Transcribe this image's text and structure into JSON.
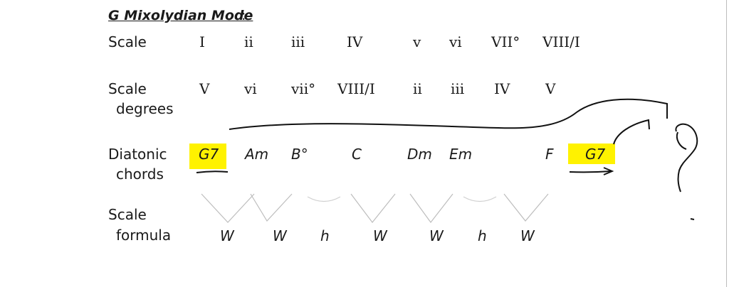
{
  "title": "G Mixolydian Mode",
  "title_suffix": ":",
  "row_labels": {
    "scale": "Scale",
    "degrees_line1": "Scale",
    "degrees_line2": "degrees",
    "chords_line1": "Diatonic",
    "chords_line2": "chords",
    "formula_line1": "Scale",
    "formula_line2": "formula"
  },
  "scale_row": [
    "I",
    "ii",
    "iii",
    "IV",
    "v",
    "vi",
    "VII°",
    "VIII/I"
  ],
  "degrees_row": [
    "V",
    "vi",
    "vii°",
    "VIII/I",
    "ii",
    "iii",
    "IV",
    "V"
  ],
  "chords_row": [
    "G7",
    "Am",
    "B°",
    "C",
    "Dm",
    "Em",
    "F",
    "G7"
  ],
  "formula_row": [
    "W",
    "W",
    "h",
    "W",
    "W",
    "h",
    "W"
  ],
  "colors": {
    "highlight": "#fff200",
    "ink": "#1a1a1a",
    "faint_curve": "#c8c8c8"
  },
  "annotation_mark": "?"
}
